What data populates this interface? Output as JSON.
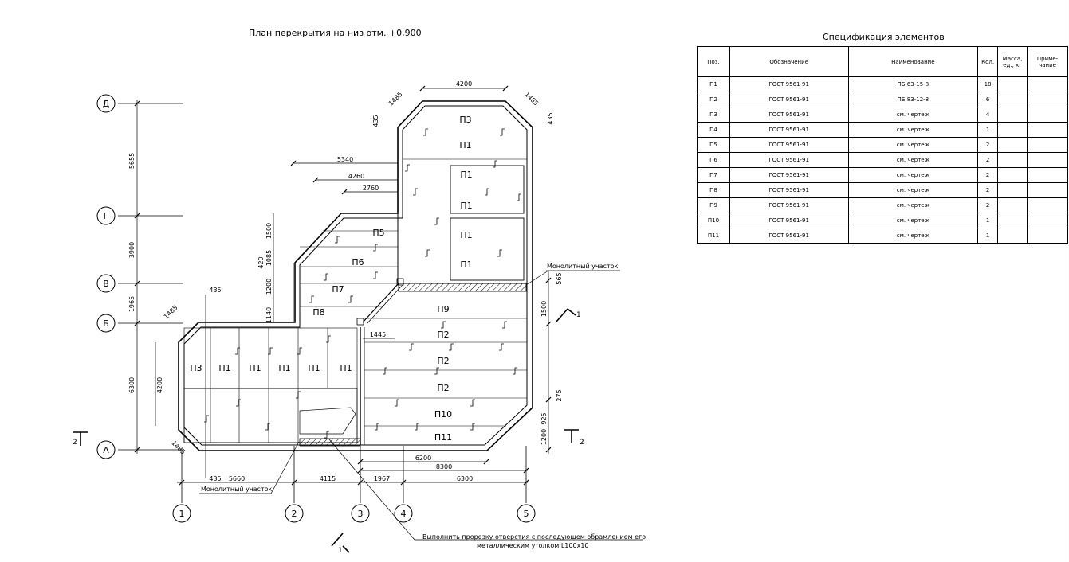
{
  "plan_title": "План перекрытия на низ отм. +0,900",
  "axes": {
    "letters": [
      "Д",
      "Г",
      "В",
      "Б",
      "А"
    ],
    "numbers": [
      "1",
      "2",
      "3",
      "4",
      "5"
    ]
  },
  "dims_left": [
    "5655",
    "3900",
    "1965",
    "6300"
  ],
  "dims_bottom": [
    "435",
    "5660",
    "4115",
    "1967",
    "6300",
    "6200",
    "8300"
  ],
  "dims_top": [
    "5340",
    "4260",
    "2760",
    "4200",
    "1485",
    "1485"
  ],
  "dims_misc": [
    "435",
    "435",
    "1485",
    "1485",
    "4200",
    "1500",
    "1085",
    "420",
    "1200",
    "1140",
    "1445",
    "565",
    "1500",
    "275",
    "925",
    "1200",
    "435"
  ],
  "slab_labels": [
    "П3",
    "П1",
    "П1",
    "П1",
    "П1",
    "П1",
    "П5",
    "П6",
    "П7",
    "П8",
    "П9",
    "П2",
    "П2",
    "П2",
    "П10",
    "П11",
    "П3",
    "П1",
    "П1",
    "П1",
    "П1",
    "П1"
  ],
  "notes": {
    "monolithic": "Монолитный участок",
    "cut_line1": "Выполнить прорезку отверстия с последующем обрамлением его",
    "cut_line2": "металлическим уголком L100х10"
  },
  "section_marks": [
    "1",
    "1",
    "2",
    "2"
  ],
  "spec": {
    "title": "Спецификация элементов",
    "headers": [
      "Поз.",
      "Обозначение",
      "Наименование",
      "Кол.",
      "Масса, ед., кг",
      "Приме- чание"
    ],
    "rows": [
      [
        "П1",
        "ГОСТ 9561-91",
        "ПБ 63-15-8",
        "18",
        "",
        ""
      ],
      [
        "П2",
        "ГОСТ 9561-91",
        "ПБ 83-12-8",
        "6",
        "",
        ""
      ],
      [
        "П3",
        "ГОСТ 9561-91",
        "см. чертеж",
        "4",
        "",
        ""
      ],
      [
        "П4",
        "ГОСТ 9561-91",
        "см. чертеж",
        "1",
        "",
        ""
      ],
      [
        "П5",
        "ГОСТ 9561-91",
        "см. чертеж",
        "2",
        "",
        ""
      ],
      [
        "П6",
        "ГОСТ 9561-91",
        "см. чертеж",
        "2",
        "",
        ""
      ],
      [
        "П7",
        "ГОСТ 9561-91",
        "см. чертеж",
        "2",
        "",
        ""
      ],
      [
        "П8",
        "ГОСТ 9561-91",
        "см. чертеж",
        "2",
        "",
        ""
      ],
      [
        "П9",
        "ГОСТ 9561-91",
        "см. чертеж",
        "2",
        "",
        ""
      ],
      [
        "П10",
        "ГОСТ 9561-91",
        "см. чертеж",
        "1",
        "",
        ""
      ],
      [
        "П11",
        "ГОСТ 9561-91",
        "см. чертеж",
        "1",
        "",
        ""
      ]
    ]
  }
}
